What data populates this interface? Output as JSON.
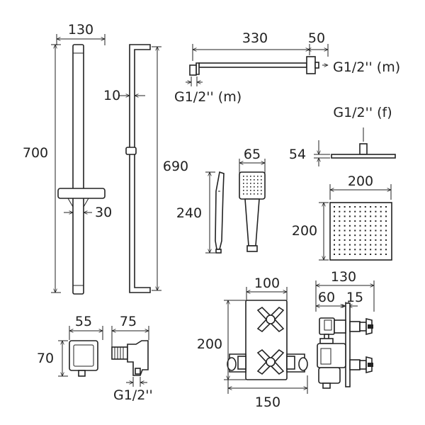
{
  "dims": {
    "rail_width": "130",
    "rail_height": "700",
    "rail_bracket": "10",
    "rail_length": "690",
    "rail_slider": "30",
    "arm_length": "330",
    "arm_flange": "50",
    "arm_thread_out": "G1/2'' (m)",
    "arm_thread_in": "G1/2'' (m)",
    "head_thread": "G1/2'' (f)",
    "head_depth": "54",
    "head_width": "200",
    "head_height": "200",
    "handset_width": "65",
    "handset_length": "240",
    "outlet_width": "55",
    "outlet_height": "70",
    "elbow_width": "75",
    "elbow_thread": "G1/2''",
    "valve_plate_width": "100",
    "valve_height": "200",
    "valve_body_width": "150",
    "valve_depth": "130",
    "valve_depth_a": "60",
    "valve_depth_b": "15"
  }
}
